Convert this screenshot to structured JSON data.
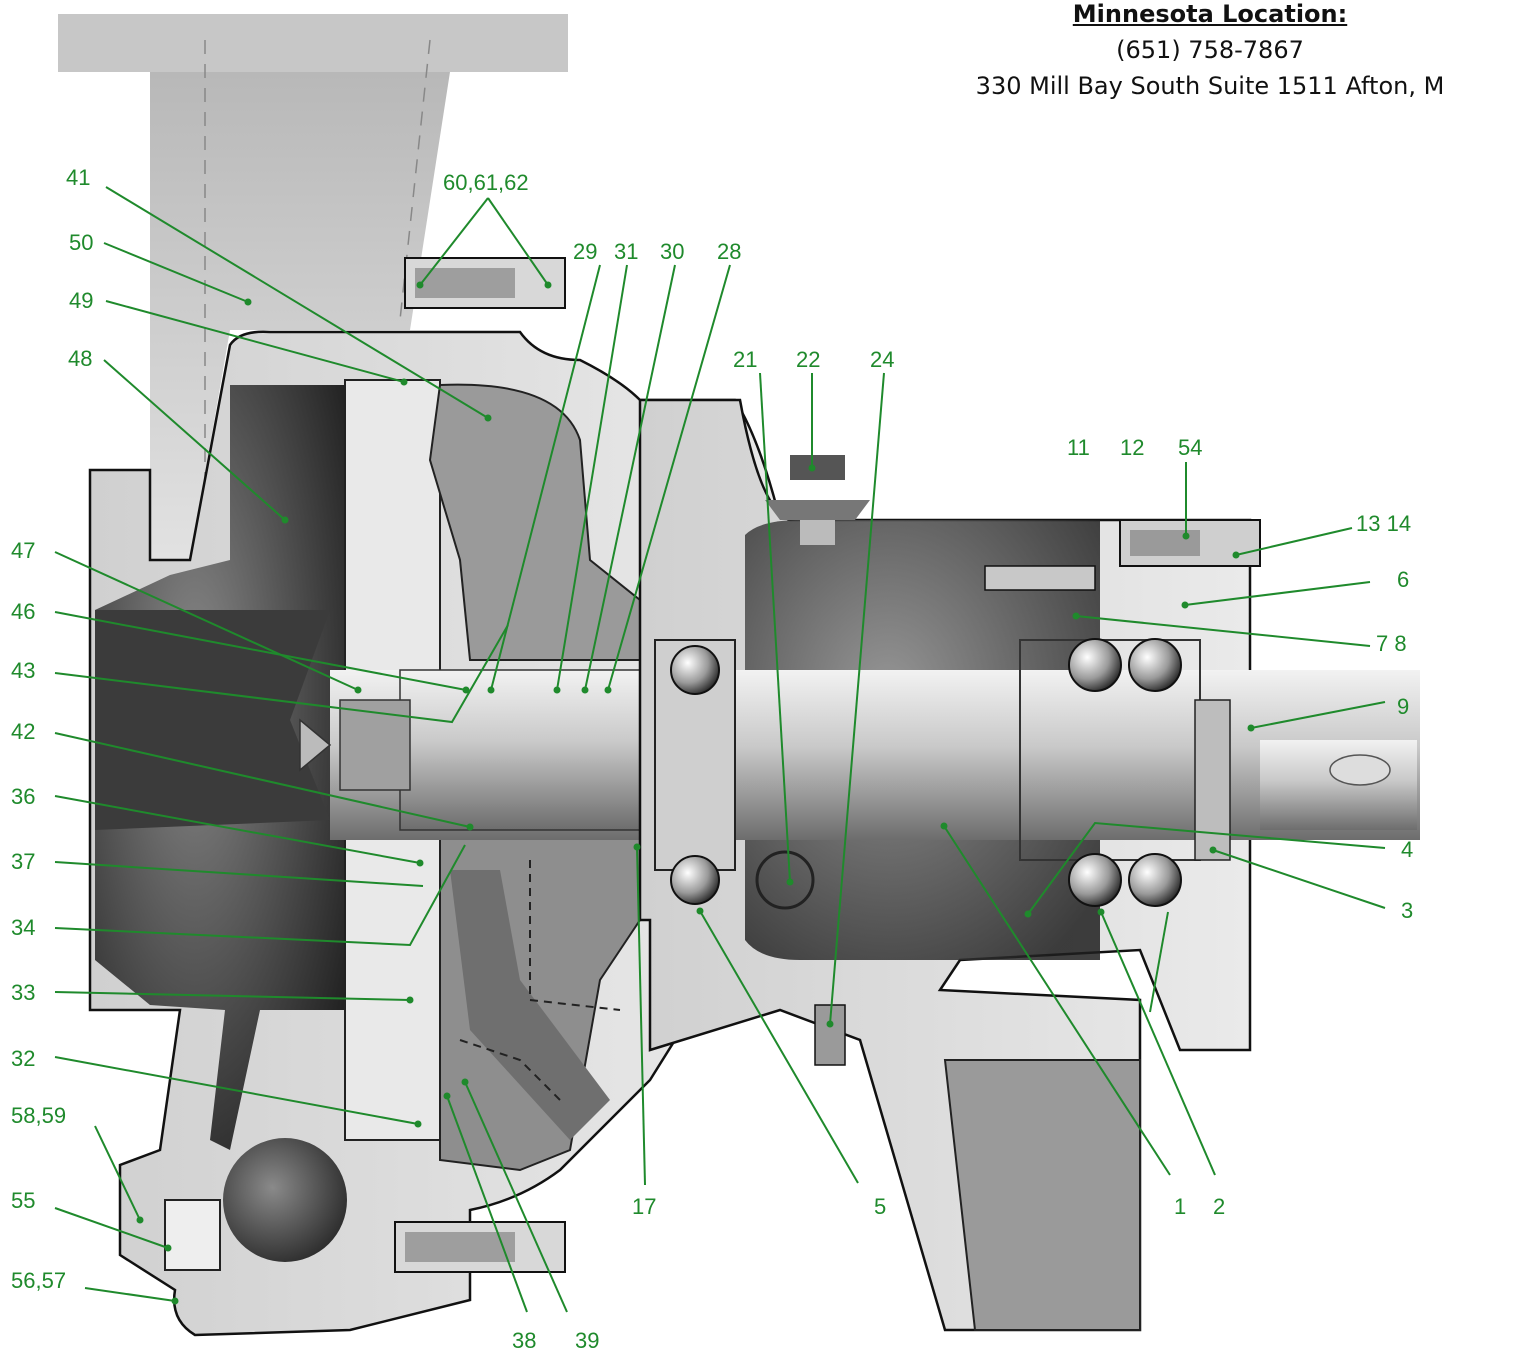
{
  "header": {
    "title": "Minnesota Location:",
    "phone": "(651) 758-7867",
    "address": "330 Mill Bay South Suite 1511 Afton, M"
  },
  "callouts": {
    "c41": "41",
    "c50": "50",
    "c49": "49",
    "c48": "48",
    "c47": "47",
    "c46": "46",
    "c43": "43",
    "c42": "42",
    "c36": "36",
    "c37": "37",
    "c34": "34",
    "c33": "33",
    "c32": "32",
    "c5859": "58,59",
    "c55": "55",
    "c5657": "56,57",
    "c606162": "60,61,62",
    "c29": "29",
    "c31": "31",
    "c30": "30",
    "c28": "28",
    "c21": "21",
    "c22": "22",
    "c24": "24",
    "c11": "11",
    "c12": "12",
    "c54": "54",
    "c1314": "13 14",
    "c6": "6",
    "c78": "7 8",
    "c9": "9",
    "c4": "4",
    "c3": "3",
    "c17": "17",
    "c5": "5",
    "c1": "1",
    "c2": "2",
    "c38": "38",
    "c39": "39"
  },
  "colors": {
    "callout": "#1f8a2c",
    "outline": "#111111"
  }
}
